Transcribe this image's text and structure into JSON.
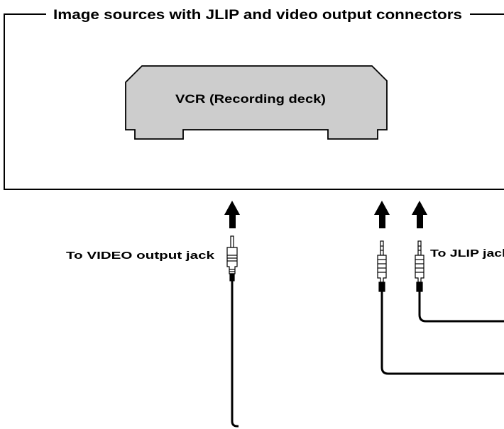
{
  "diagram": {
    "section_title": "Image sources with JLIP and video output connectors",
    "device_label": "VCR (Recording deck)",
    "video_jack_label": "To VIDEO output jack",
    "jlip_jack_label": "To JLIP jack"
  },
  "colors": {
    "device_fill": "#cdcdcd",
    "line": "#000000",
    "background": "#ffffff"
  },
  "icons": [
    "up-arrow-icon",
    "rca-plug-icon",
    "mini-plug-icon"
  ]
}
